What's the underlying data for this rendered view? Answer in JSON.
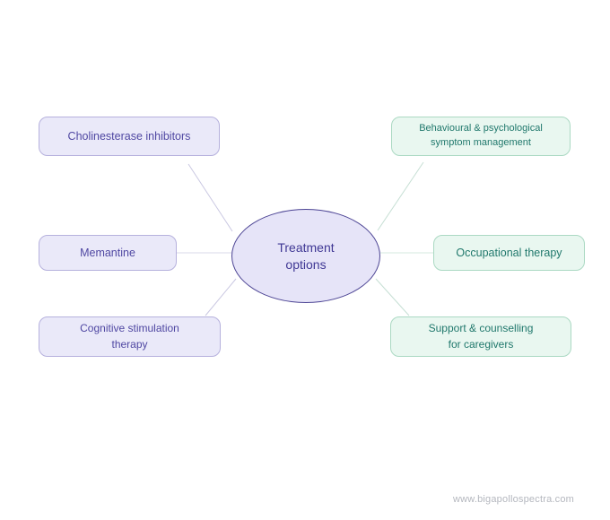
{
  "diagram": {
    "center": {
      "label": "Treatment\noptions"
    },
    "nodes": [
      {
        "id": "cholinesterase-inhibitors",
        "label": "Cholinesterase inhibitors",
        "group": "purple"
      },
      {
        "id": "behavioural-psychological-symptom-management",
        "label": "Behavioural & psychological\nsymptom management",
        "group": "green"
      },
      {
        "id": "memantine",
        "label": "Memantine",
        "group": "purple"
      },
      {
        "id": "occupational-therapy",
        "label": "Occupational therapy",
        "group": "green"
      },
      {
        "id": "cognitive-stimulation-therapy",
        "label": "Cognitive stimulation\ntherapy",
        "group": "purple"
      },
      {
        "id": "support-counselling-for-caregivers",
        "label": "Support & counselling\nfor caregivers",
        "group": "green"
      }
    ],
    "palette": {
      "purple_fill": "#eae9f9",
      "purple_border": "#b6b1dd",
      "purple_text": "#4f47a2",
      "green_fill": "#e9f7f0",
      "green_border": "#abd9c3",
      "green_text": "#20786c",
      "center_fill": "#e6e4f8",
      "center_border": "#4c4494",
      "center_text": "#3f3794"
    }
  },
  "footer": {
    "watermark": "www.bigapollospectra.com"
  }
}
